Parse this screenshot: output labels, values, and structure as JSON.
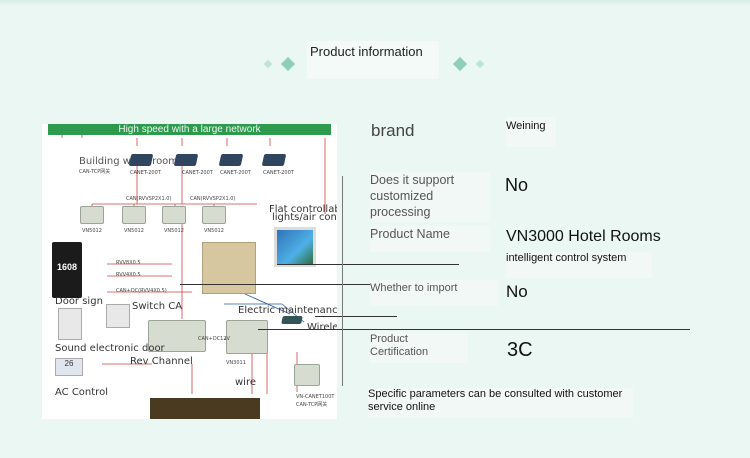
{
  "header": {
    "title": "Product information"
  },
  "diagram": {
    "banner": "High speed with a large network",
    "labels": {
      "building_weak_room": "Building weak room",
      "can_tcp": "CAN-TCP网关",
      "canet1": "CANET-200T",
      "canet2": "CANET-200T",
      "canet3": "CANET-200T",
      "canet4": "CANET-200T",
      "can_rvvsp1": "CAN(RVVSP2X1.0)",
      "can_rvvsp2": "CAN(RVVSP2X1.0)",
      "vn1": "VN5012",
      "vn2": "VN5012",
      "vn3": "VN5012",
      "vn4": "VN5012",
      "flat_controllable": "Flat controllable",
      "lights_air": "lights/air conditioner",
      "rvv1": "RVV8X0.5",
      "rvv2": "RVV4X0.5",
      "can_dc": "CAN+DC(RVV4X0.5)",
      "door_sign": "Door sign",
      "switch_ca": "Switch CA",
      "electric_maintenance": "Electric maintenance",
      "wireless_device": "Wireless device",
      "sound_door": "Sound electronic door",
      "rev_channel": "Rev Channel",
      "ac_control": "AC Control",
      "wire": "wire",
      "keypad_number": "1608",
      "thermo_reading": "26",
      "vn_canet": "VN-CANET100T",
      "can_tcp2": "CAN-TCP网关",
      "can_dc2": "CAN+DC12V",
      "vn3011": "VN3011"
    }
  },
  "info": {
    "brand": {
      "label": "brand",
      "value": "Weining"
    },
    "customized": {
      "label": "Does it support customized processing",
      "value": "No"
    },
    "product_name": {
      "label": "Product Name",
      "value": "VN3000 Hotel Rooms",
      "value2": "intelligent control system"
    },
    "import": {
      "label": "Whether to import",
      "value": "No"
    },
    "certification": {
      "label": "Product Certification",
      "value": "3C"
    },
    "note": "Specific parameters can be consulted with customer service online"
  },
  "colors": {
    "accent": "#8fcfb7",
    "banner": "#2e9a4e",
    "background": "#eaf7f3"
  }
}
